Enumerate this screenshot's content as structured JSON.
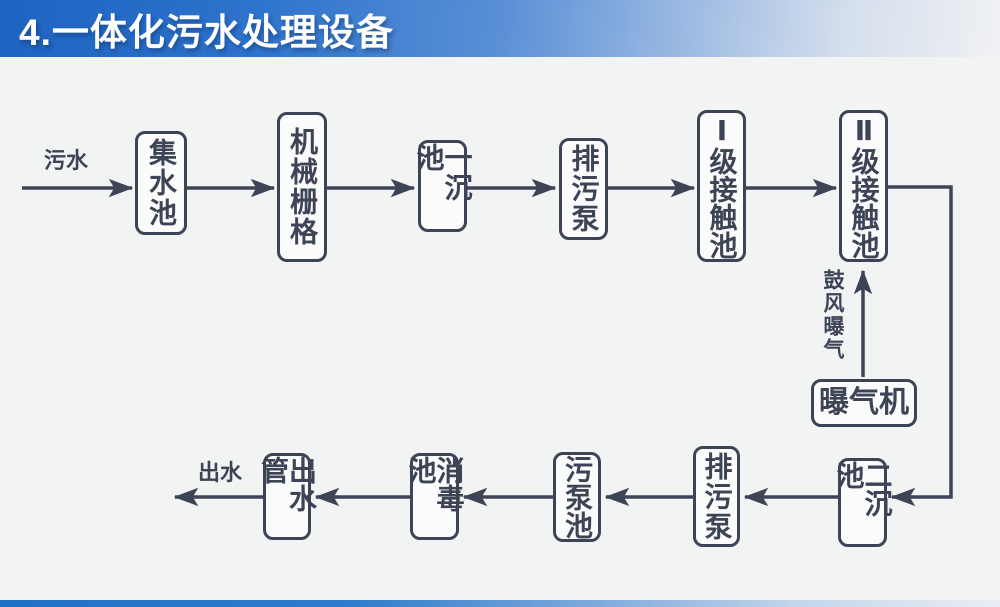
{
  "slide": {
    "title": "4.一体化污水处理设备"
  },
  "diagram": {
    "inlet_label": "污水",
    "outlet_label": "出水",
    "aeration_label": "鼓风曝气",
    "nodes": [
      {
        "label": "集水池"
      },
      {
        "label": "机械栅格"
      },
      {
        "label": "一沉池"
      },
      {
        "label": "排污泵"
      },
      {
        "label": "Ⅰ级接触池"
      },
      {
        "label": "Ⅱ级接触池"
      },
      {
        "label": "曝气机"
      },
      {
        "label": "二沉池"
      },
      {
        "label": "排污泵"
      },
      {
        "label": "污泵池"
      },
      {
        "label": "消毒池"
      },
      {
        "label": "出水管"
      }
    ],
    "colors": {
      "line_and_text": "#3c4456",
      "node_fill": "#fbfbfc",
      "banner_blue": "#1d63c0",
      "bottom_bar_blue": "#1e72c6",
      "background": "#f2f3f3",
      "title_text": "#ffffff"
    }
  }
}
